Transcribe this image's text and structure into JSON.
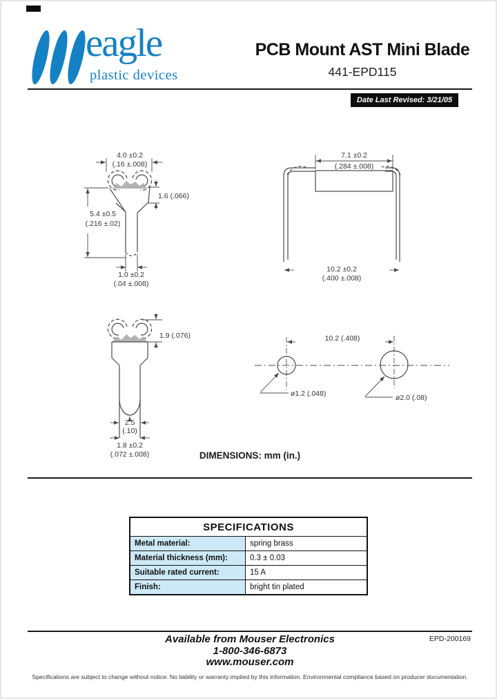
{
  "brand": {
    "name": "eagle",
    "tagline": "plastic devices",
    "color": "#1581c5"
  },
  "header": {
    "title": "PCB Mount AST Mini Blade",
    "part_number": "441-EPD115",
    "date_revised": "Date Last Revised:  3/21/05"
  },
  "drawings": {
    "front_view": {
      "width_top_mm": "4.0 ±0.2",
      "width_top_in": "(.16 ±.008)",
      "step_right": "1.6 (.066)",
      "height_mm": "5.4 ±0.5",
      "height_in": "(.216 ±.02)",
      "width_bottom_mm": "1.0 ±0.2",
      "width_bottom_in": "(.04 ±.008)"
    },
    "mounted_view": {
      "width_mm": "7.1 ±0.2",
      "width_in": "(.284 ±.008)",
      "span_mm": "10.2 ±0.2",
      "span_in": "(.400 ±.008)"
    },
    "side_view": {
      "ear_dim": "1.9 (.076)",
      "notch_mm": "2.5",
      "notch_in": "(.10)",
      "width_bottom_mm": "1.8 ±0.2",
      "width_bottom_in": "(.072 ±.008)"
    },
    "hole_pattern": {
      "spacing": "10.2 (.408)",
      "hole_small": "ø1.2 (.048)",
      "hole_large": "ø2.0 (.08)"
    },
    "note": "DIMENSIONS: mm (in.)"
  },
  "specifications": {
    "title": "SPECIFICATIONS",
    "rows": [
      {
        "label": "Metal material:",
        "value": "spring brass"
      },
      {
        "label": "Material thickness (mm):",
        "value": "0.3 ± 0.03"
      },
      {
        "label": "Suitable rated current:",
        "value": "15 A"
      },
      {
        "label": "Finish:",
        "value": "bright tin plated"
      }
    ]
  },
  "footer": {
    "line1": "Available from Mouser Electronics",
    "line2": "1-800-346-6873",
    "line3": "www.mouser.com",
    "doc_number": "EPD-200169",
    "disclaimer": "Specifications are subject to change without notice. No liability or warranty implied by this information. Environmental compliance based on producer documentation."
  }
}
